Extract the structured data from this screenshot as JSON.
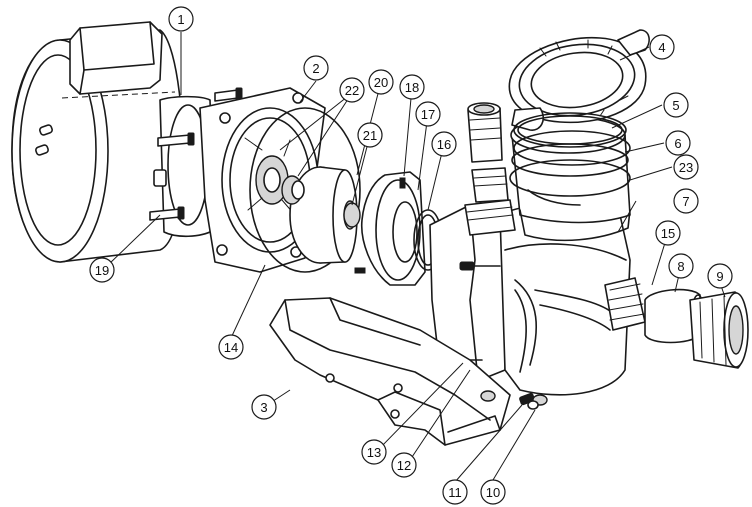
{
  "callouts": [
    {
      "id": "1",
      "label": "1"
    },
    {
      "id": "2",
      "label": "2"
    },
    {
      "id": "3",
      "label": "3"
    },
    {
      "id": "4",
      "label": "4"
    },
    {
      "id": "5",
      "label": "5"
    },
    {
      "id": "6",
      "label": "6"
    },
    {
      "id": "7",
      "label": "7"
    },
    {
      "id": "8",
      "label": "8"
    },
    {
      "id": "9",
      "label": "9"
    },
    {
      "id": "10",
      "label": "10"
    },
    {
      "id": "11",
      "label": "11"
    },
    {
      "id": "12",
      "label": "12"
    },
    {
      "id": "13",
      "label": "13"
    },
    {
      "id": "14",
      "label": "14"
    },
    {
      "id": "15",
      "label": "15"
    },
    {
      "id": "16",
      "label": "16"
    },
    {
      "id": "17",
      "label": "17"
    },
    {
      "id": "18",
      "label": "18"
    },
    {
      "id": "19",
      "label": "19"
    },
    {
      "id": "20",
      "label": "20"
    },
    {
      "id": "21",
      "label": "21"
    },
    {
      "id": "22",
      "label": "22"
    },
    {
      "id": "23",
      "label": "23"
    }
  ],
  "colors": {
    "line": "#1a1a1a",
    "background": "#ffffff",
    "shade": "#d6d6d6"
  }
}
